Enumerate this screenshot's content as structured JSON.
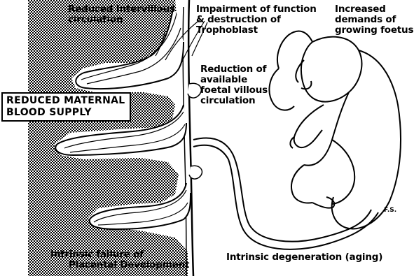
{
  "labels": {
    "reduced_intervillous": [
      "Reduced Intervillous",
      "circulation"
    ],
    "impairment": [
      "Impairment of function",
      "& destruction of",
      "Trophoblast"
    ],
    "increased_demands": [
      "Increased",
      "demands of",
      "growing foetus"
    ],
    "reduced_maternal": [
      "REDUCED MATERNAL",
      "BLOOD SUPPLY"
    ],
    "reduction_villous": [
      "Reduction of",
      "available",
      "foetal villous",
      "circulation"
    ],
    "intrinsic_failure": [
      "Intrinsic failure of",
      "Placental Development"
    ],
    "intrinsic_degeneration": "Intrinsic degeneration (aging)",
    "signature": "F.S."
  },
  "colors": {
    "ink": "#000000",
    "background": "#ffffff",
    "maternal_tissue": "stipple"
  }
}
